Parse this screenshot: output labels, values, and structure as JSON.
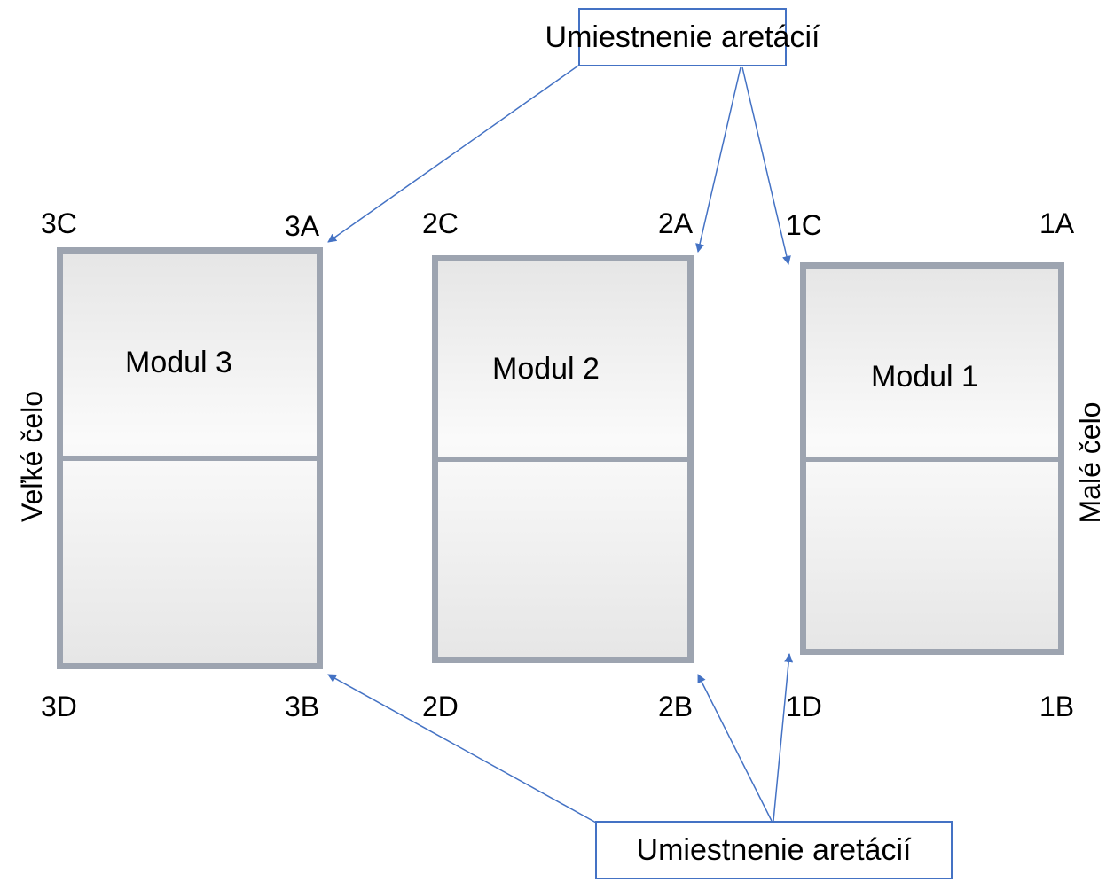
{
  "callouts": {
    "top": "Umiestnenie aretácií",
    "bottom": "Umiestnenie aretácií"
  },
  "modules": [
    {
      "label": "Modul 3",
      "corners": {
        "tl": "3C",
        "tr": "3A",
        "bl": "3D",
        "br": "3B"
      }
    },
    {
      "label": "Modul 2",
      "corners": {
        "tl": "2C",
        "tr": "2A",
        "bl": "2D",
        "br": "2B"
      }
    },
    {
      "label": "Modul 1",
      "corners": {
        "tl": "1C",
        "tr": "1A",
        "bl": "1D",
        "br": "1B"
      }
    }
  ],
  "sides": {
    "left": "Veľké čelo",
    "right": "Malé čelo"
  },
  "colors": {
    "accent": "#4472c4",
    "frame": "#9da4b0"
  }
}
